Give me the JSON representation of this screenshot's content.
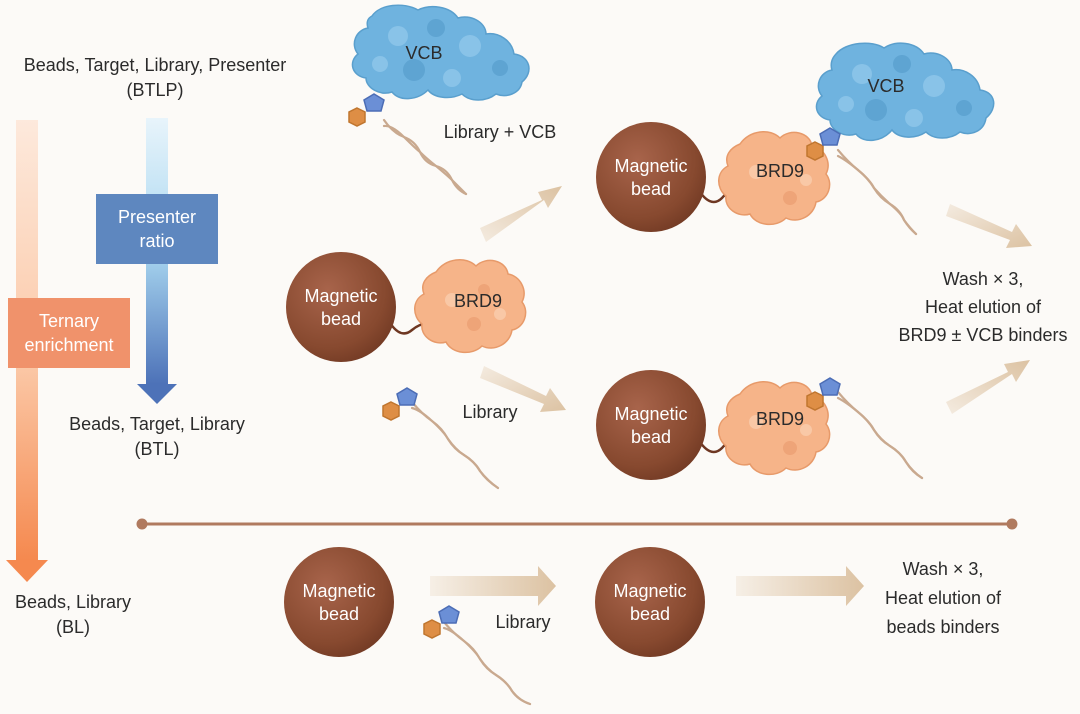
{
  "labels": {
    "btlp_line1": "Beads, Target, Library, Presenter",
    "btlp_line2": "(BTLP)",
    "btl_line1": "Beads, Target, Library",
    "btl_line2": "(BTL)",
    "bl_line1": "Beads, Library",
    "bl_line2": "(BL)",
    "presenter_ratio_line1": "Presenter",
    "presenter_ratio_line2": "ratio",
    "ternary_line1": "Ternary",
    "ternary_line2": "enrichment",
    "library_vcb": "Library + VCB",
    "library_mid": "Library",
    "library_bottom": "Library",
    "magnetic_bead": "Magnetic bead",
    "brd9": "BRD9",
    "vcb": "VCB",
    "wash_top_1": "Wash × 3,",
    "wash_top_2": "Heat elution of",
    "wash_top_3": "BRD9 ± VCB binders",
    "wash_bottom_1": "Wash × 3,",
    "wash_bottom_2": "Heat elution of",
    "wash_bottom_3": "beads binders"
  },
  "colors": {
    "bead": "#8e4f3a",
    "brd9": "#f6b489",
    "vcb": "#6fb3df",
    "presenter_box": "#5e87bf",
    "ternary_box": "#f0926b",
    "arrow": "#e2cbb0",
    "divider": "#b07a5f",
    "pentagon": "#6b8fd6",
    "hexagon": "#de8e45"
  }
}
